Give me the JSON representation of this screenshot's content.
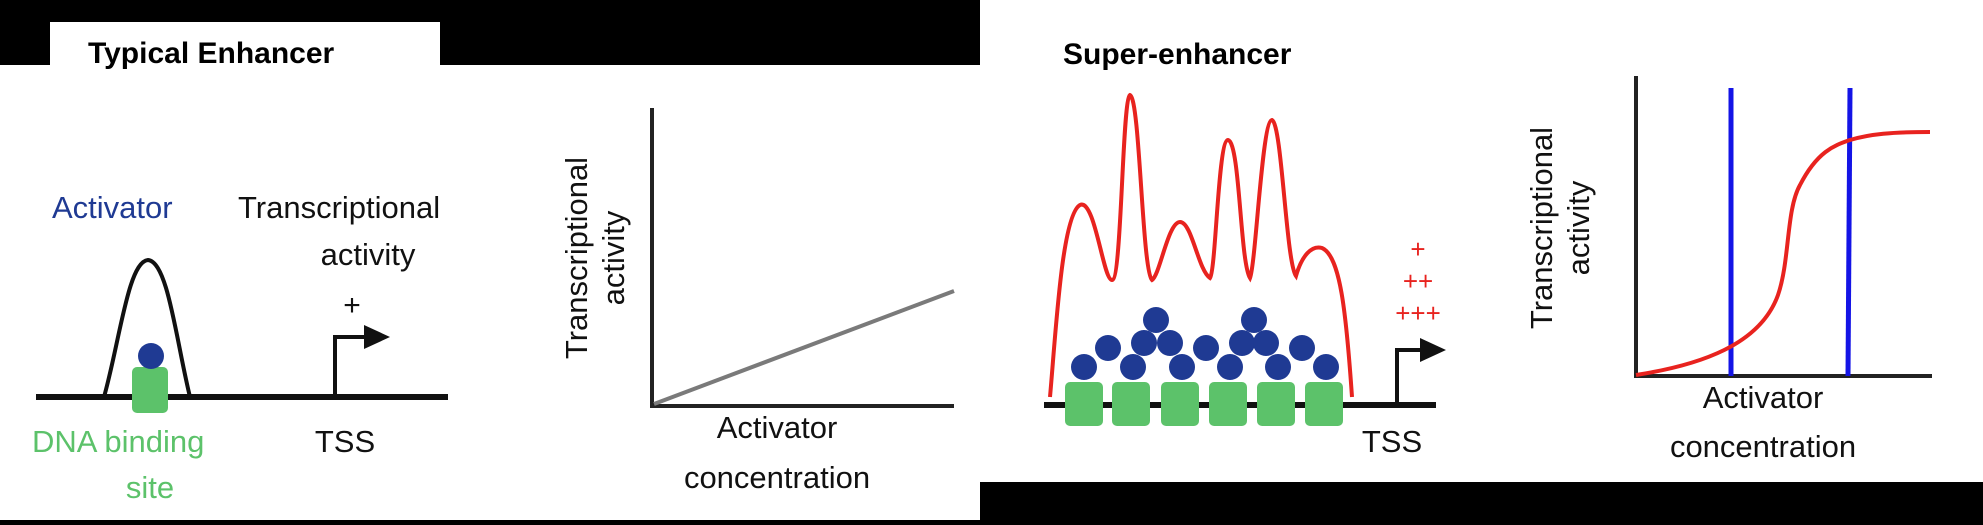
{
  "colors": {
    "background": "#000000",
    "panel": "#ffffff",
    "activator": "#1f3a93",
    "binding_site": "#5cc26a",
    "enhancer_signal": "#e8231f",
    "threshold_lines": "#1414e6",
    "axis": "#222222",
    "linear_response": "#7a7a7a",
    "plus_signs": "#e8231f"
  },
  "typical": {
    "title": "Typical Enhancer",
    "activator_label": "Activator",
    "activity_label_line1": "Transcriptional",
    "activity_label_line2": "activity",
    "activity_level": "+",
    "binding_label_line1": "DNA binding",
    "binding_label_line2": "site",
    "tss_label": "TSS",
    "plot": {
      "y_label_line1": "Transcriptional",
      "y_label_line2": "activity",
      "x_label_line1": "Activator",
      "x_label_line2": "concentration"
    }
  },
  "super": {
    "title": "Super-enhancer",
    "tss_label": "TSS",
    "activity_levels": [
      "+",
      "++",
      "+++"
    ],
    "plot": {
      "y_label_line1": "Transcriptional",
      "y_label_line2": "activity",
      "x_label_line1": "Activator",
      "x_label_line2": "concentration"
    }
  }
}
